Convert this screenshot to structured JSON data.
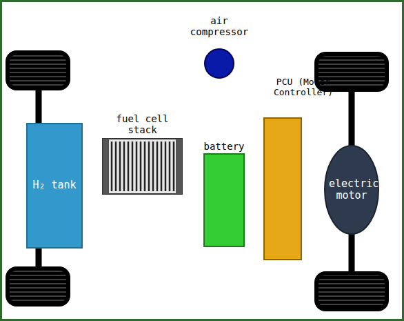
{
  "diagram": {
    "nodes": [
      {
        "text": [
          "air compressor"
        ]
      },
      {
        "text": [
          "H₂ tank"
        ]
      },
      {
        "text": [
          "fuel cell stack"
        ]
      },
      {
        "text": [
          "battery"
        ]
      },
      {
        "text": [
          "PCU (Motor Controller)"
        ]
      },
      {
        "text": [
          "electric motor"
        ]
      }
    ]
  }
}
